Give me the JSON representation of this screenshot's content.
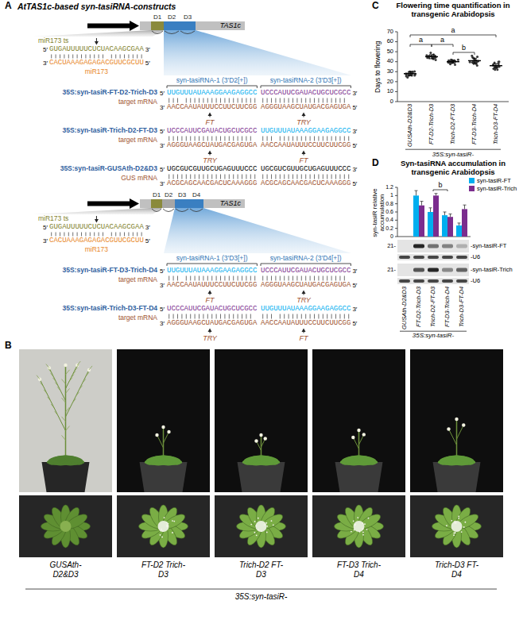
{
  "diagram": {
    "nodes": [
      {
        "text": [
          "TAS1c"
        ]
      },
      {
        "text": [
          "D1"
        ],
        "in": 0
      },
      {
        "text": [
          "D2"
        ],
        "in": 0
      },
      {
        "text": [
          "D3"
        ],
        "in": 0
      },
      {
        "text": [
          "TAS1c"
        ]
      },
      {
        "text": [
          "D1"
        ],
        "in": 4
      },
      {
        "text": [
          "D2"
        ],
        "in": 4
      },
      {
        "text": [
          "D3"
        ],
        "in": 4
      },
      {
        "text": [
          "D4"
        ],
        "in": 4
      }
    ],
    "labels": [
      "A",
      "AtTAS1c-based syn-tasiRNA-constructs",
      "miR173 ts",
      "5′",
      "GUGAUUUUUCUCUACAAGCGAA",
      "3′",
      "3′",
      "CACUAAAGAGAGACGUUCGCUU",
      "5′",
      "miR173",
      "syn-tasiRNA-1 (3′D2[+])",
      "syn-tasiRNA-2 (3′D3[+])",
      "35S:syn-tasiR-FT-D2-Trich-D3",
      "5′",
      "UUGUUUAUAAAGGAAGAGGCC",
      "UCCCAUUCGAUACUGCUCGCC",
      "3′",
      "target mRNA",
      "3′",
      "AACCAAUAUUUCCUUCUUCGG",
      "AGGGUAAGCUAUGACGAGUGA",
      "5′",
      "FT",
      "TRY",
      "35S:syn-tasiR-Trich-D2-FT-D3",
      "5′",
      "UCCCAUUCGAUACUGCUCGCC",
      "UUGUUUAUAAAGGAAGAGGCC",
      "3′",
      "target mRNA",
      "3′",
      "AGGGUAAGCUAUGACGAGUGA",
      "AACCAAUAUUUCCUUCUUCGG",
      "5′",
      "TRY",
      "FT",
      "35S:syn-tasiR-GUSAth-D2&D3",
      "5′",
      "UGCGUCGUUGCUGAGUUUCCC",
      "UGCGUCGUUGCUGAGUUUCCC",
      "3′",
      "GUS mRNA",
      "3′",
      "ACGCAGCAACGACUCAAAGGG",
      "ACGCAGCAACGACUCAAAGGG",
      "5′",
      "miR173 ts",
      "5′",
      "GUGAUUUUUCUCUACAAGCGAA",
      "3′",
      "3′",
      "CACUAAAGAGAGACGUUCGCUU",
      "5′",
      "miR173",
      "syn-tasiRNA-1 (3′D3[+])",
      "syn-tasiRNA-2 (3′D4[+])",
      "35S:syn-tasiR-FT-D3-Trich-D4",
      "5′",
      "UUGUUUAUAAAGGAAGAGGCC",
      "UCCCAUUCGAUACUGCUCGCC",
      "3′",
      "target mRNA",
      "3′",
      "AACCAAUAUUUCCUUCUUCGG",
      "AGGGUAAGCUAUGACGAGUGA",
      "5′",
      "FT",
      "TRY",
      "35S:syn-tasiR-Trich-D3-FT-D4",
      "5′",
      "UCCCAUUCGAUACUGCUCGCC",
      "UUGUUUAUAAAGGAAGAGGCC",
      "3′",
      "target mRNA",
      "3′",
      "AGGGUAAGCUAUGACGAGUGA",
      "AACCAAUAUUUCCUUCUUCGG",
      "5′",
      "TRY",
      "FT",
      "B",
      "GUSAth- D2&D3",
      "FT-D2 Trich-D3",
      "Trich-D2 FT-D3",
      "FT-D3 Trich-D4",
      "Trich-D3 FT-D4",
      "35S:syn-tasiR-",
      "C",
      "Flowering time quantification in transgenic Arabidopsis",
      "Days to flowering",
      "0",
      "10",
      "20",
      "30",
      "40",
      "50",
      "60",
      "70",
      "a",
      "a",
      "a",
      "b",
      "GUSAth-D2&D3",
      "FT-D2-Trich-D3",
      "Trich-D2-FT-D3",
      "FT-D3-Trich-D4",
      "Trich-D3-FT-D4",
      "35S:syn-tasiR-",
      "D",
      "Syn-tasiRNA accumulation in transgenic Arabidopsis",
      "syn-tasiR relative accumulation",
      "0",
      "0.2",
      "0.4",
      "0.6",
      "0.8",
      "1",
      "1.2",
      "b",
      "21-",
      "-syn-tasiR-FT",
      "-U6",
      "21-",
      "-syn-tasiR-Trich",
      "-U6",
      "GUSAth-D2&D3",
      "FT-D2-Trich-D3",
      "Trich-D2-FT-D3",
      "FT-D3-Trich-D4",
      "Trich-D3-FT-D4",
      "35S:syn-tasiR-"
    ],
    "legend": [
      {
        "text": "syn-tasiR-FT",
        "color": "#00AEEF"
      },
      {
        "text": "syn-tasiR-Trich",
        "color": "#7B2D8E"
      }
    ]
  }
}
